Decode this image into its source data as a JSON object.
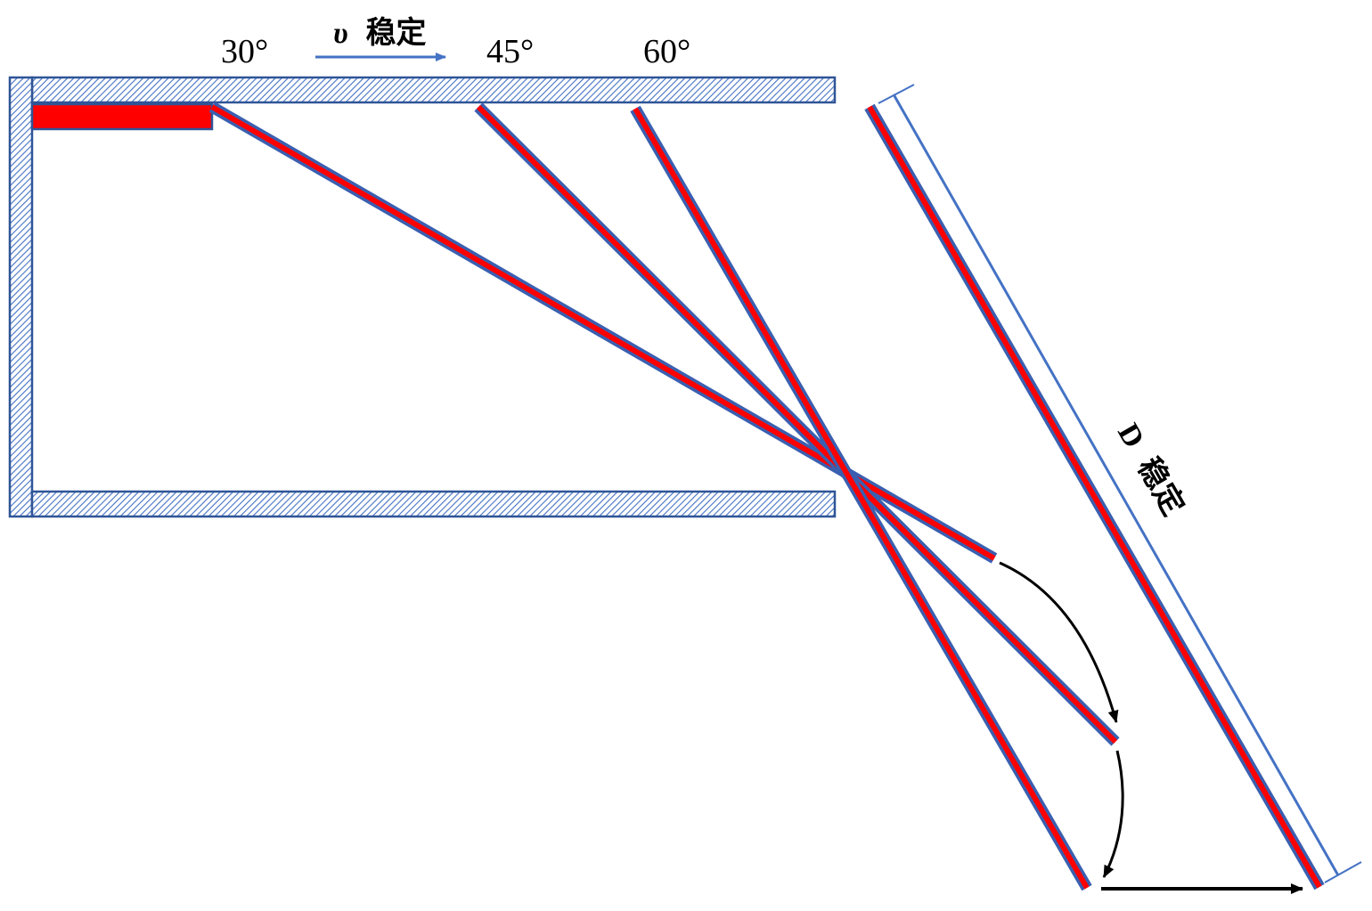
{
  "labels": {
    "angle_30": "30°",
    "angle_45": "45°",
    "angle_60": "60°",
    "velocity_symbol": "υ",
    "velocity_text": "稳定",
    "distance_symbol": "D",
    "distance_text": "稳定"
  },
  "colors": {
    "wall_stroke": "#2f5597",
    "wall_hatch": "#4472c4",
    "beam_fill": "#ff0000",
    "beam_edge": "#3a5fb0",
    "arrow_blue": "#4472c4",
    "arrow_black": "#000000"
  }
}
